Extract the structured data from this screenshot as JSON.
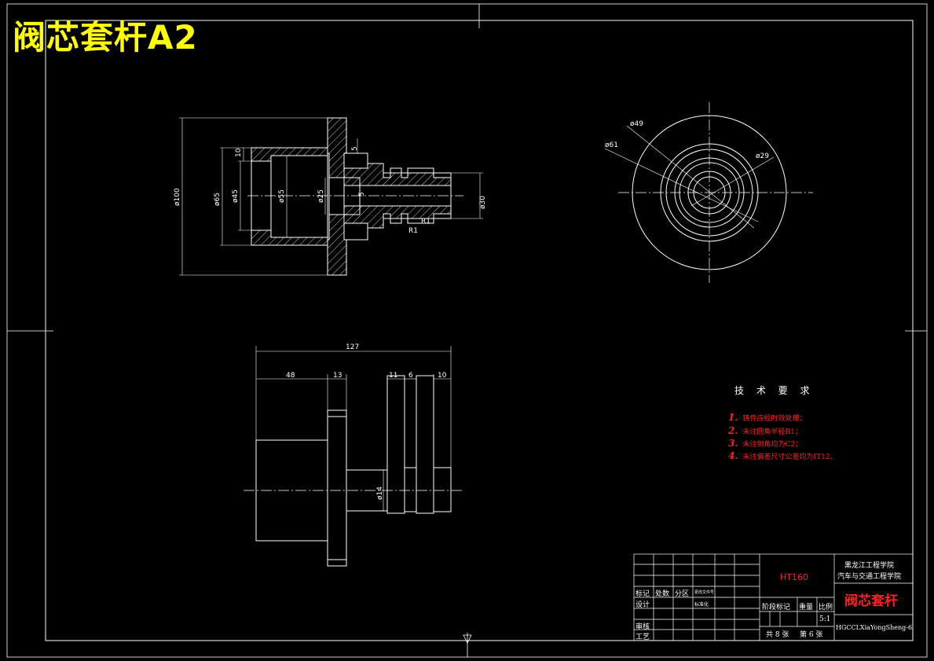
{
  "sheet_title": "阀芯套杆A2",
  "technical_requirements": {
    "heading": "技 术 要 求",
    "items": [
      {
        "num": "1.",
        "text": "铸件应经时效处理；"
      },
      {
        "num": "2.",
        "text": "未注圆角半径R1；"
      },
      {
        "num": "3.",
        "text": "未注倒角均为C2；"
      },
      {
        "num": "4.",
        "text": "未注偏差尺寸公差均为IT12。"
      }
    ]
  },
  "title_block": {
    "material": "HT160",
    "school_line1": "黑龙江工程学院",
    "school_line2": "汽车与交通工程学院",
    "part_name": "阀芯套杆",
    "drawing_number": "HGCCLXiaYongSheng-6",
    "row_mark": "标记",
    "row_count": "处数",
    "row_zone": "分区",
    "row_change_doc": "更改文件号",
    "row_design": "设计",
    "row_standard": "标准化",
    "row_review": "审核",
    "row_process": "工艺",
    "stage_mark": "阶段标记",
    "weight": "重量",
    "scale_label": "比例",
    "scale_value": "5:1",
    "sheets_total": "共 8 张",
    "sheet_index": "第 6 张"
  },
  "dimensions": {
    "section_view": {
      "d100": "ø100",
      "d65": "ø65",
      "d45": "ø45",
      "d55": "ø55",
      "d25": "ø25",
      "d30": "ø30",
      "len10": "10",
      "len5a": "5",
      "len5b": "5",
      "r1a": "R1",
      "r1b": "R1"
    },
    "end_view": {
      "d49": "ø49",
      "d61": "ø61",
      "d29": "ø29"
    },
    "side_view": {
      "overall": "127",
      "seg48": "48",
      "seg13": "13",
      "seg11": "11",
      "seg6": "6",
      "seg10": "10",
      "d14": "ø14"
    }
  }
}
